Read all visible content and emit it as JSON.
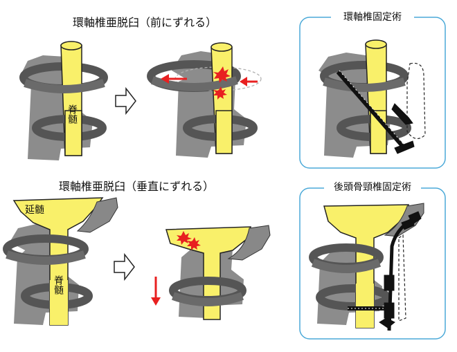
{
  "titles": {
    "anterior": "環軸椎亜脱臼（前にずれる）",
    "vertical": "環軸椎亜脱臼（垂直にずれる）",
    "atlantoaxial_fixation": "環軸椎固定術",
    "occipitocervical_fixation": "後頭骨頸椎固定術"
  },
  "labels": {
    "spinal_cord": "脊髄",
    "medulla": "延髄"
  },
  "colors": {
    "cord": "#f9f06a",
    "bone": "#8c8c8c",
    "arrow": "#e82020",
    "box_border": "#4aa9d8"
  }
}
